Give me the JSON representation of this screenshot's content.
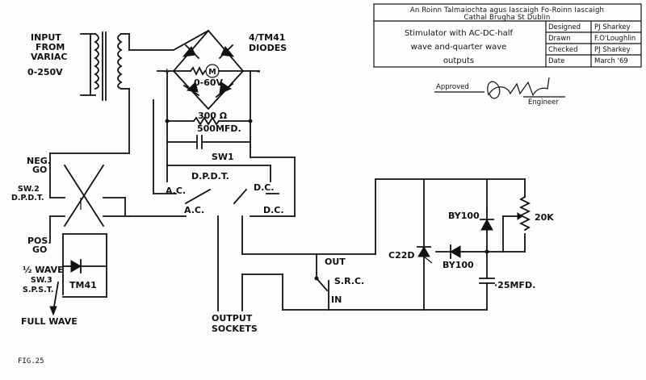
{
  "title_block": {
    "department_line1": "An Roinn Talmaiochta agus Iascaigh Fo-Roinn Iascaigh",
    "department_line2": "Cathal Brugha St Dublin",
    "drawing_title_line1": "Stimulator with AC-DC-half",
    "drawing_title_line2": "wave and-quarter wave",
    "drawing_title_line3": "outputs",
    "rows": [
      {
        "label": "Designed",
        "value": "PJ Sharkey"
      },
      {
        "label": "Drawn",
        "value": "F.O'Loughlin"
      },
      {
        "label": "Checked",
        "value": "PJ Sharkey"
      },
      {
        "label": "Date",
        "value": "March '69"
      }
    ],
    "approved_label": "Approved",
    "engineer_label": "Engineer"
  },
  "labels": {
    "input_line1": "INPUT",
    "input_line2": "FROM",
    "input_line3": "VARIAC",
    "input_range": "0-250V",
    "diodes_line1": "4/TM41",
    "diodes_line2": "DIODES",
    "plus": "+",
    "minus": "-",
    "meter_symbol": "M",
    "meter_range": "0-60V",
    "resistor_300": "300 Ω",
    "cap_500": "500MFD.",
    "sw1": "SW1",
    "dpdt": "D.P.D.T.",
    "ac_top": "A.C.",
    "dc_top": "D.C.",
    "ac_bottom": "A.C.",
    "dc_bottom": "D.C.",
    "neg_go_1": "NEG.",
    "neg_go_2": "GO",
    "sw2_1": "SW.2",
    "sw2_2": "D.P.D.T.",
    "pos_go_1": "POS.",
    "pos_go_2": "GO",
    "half_wave": "½ WAVE",
    "sw3": "SW.3",
    "spst": "S.P.S.T.",
    "tm41": "TM41",
    "full_wave": "FULL WAVE",
    "output_1": "OUTPUT",
    "output_2": "SOCKETS",
    "out": "OUT",
    "src": "S.R.C.",
    "in": "IN",
    "c22d": "C22D",
    "by100_top": "BY100",
    "by100_bot": "BY100",
    "r20k": "20K",
    "cap_25": "·25MFD.",
    "fig": "FIG.25"
  }
}
